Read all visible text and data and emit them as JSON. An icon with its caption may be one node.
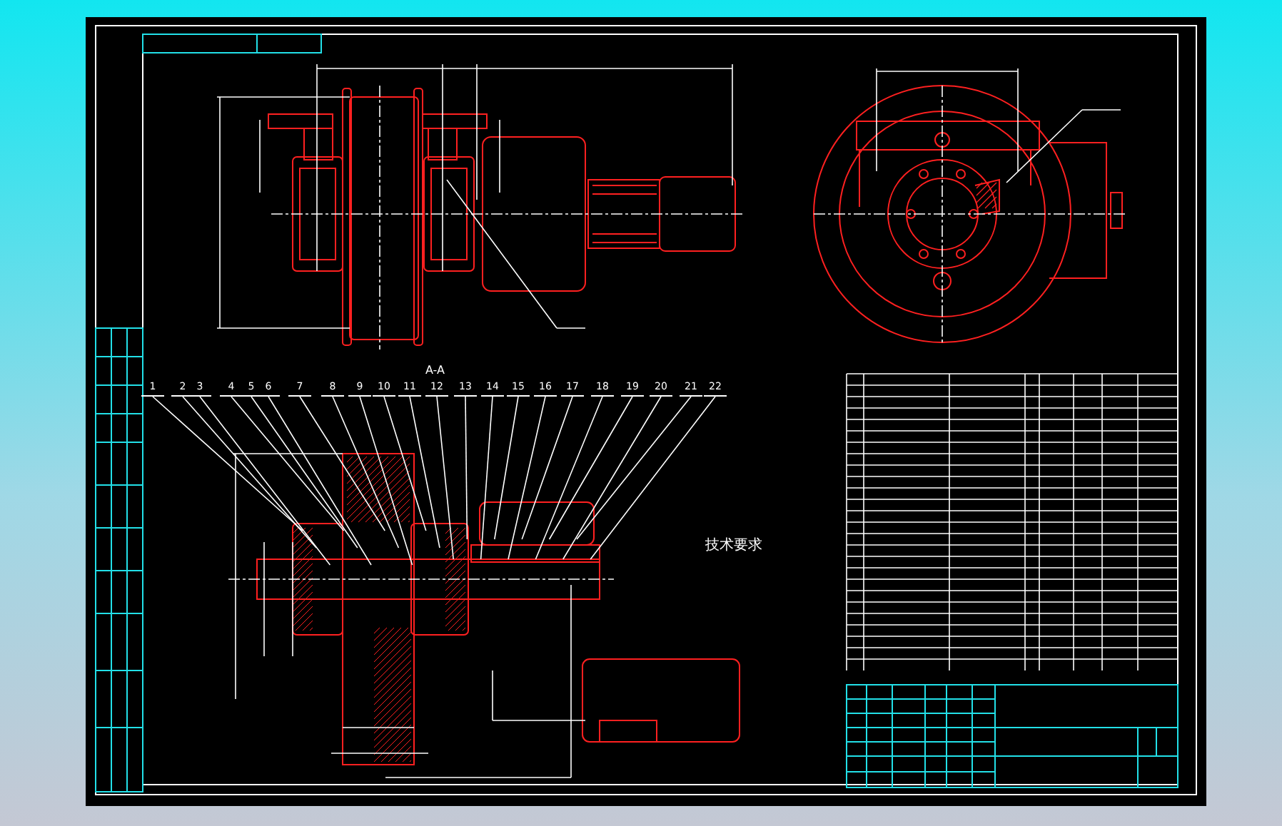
{
  "diagram": {
    "nodes": [
      {
        "text": [
          "1"
        ]
      },
      {
        "text": [
          "2"
        ]
      },
      {
        "text": [
          "3"
        ]
      },
      {
        "text": [
          "4"
        ]
      },
      {
        "text": [
          "5"
        ]
      },
      {
        "text": [
          "6"
        ]
      },
      {
        "text": [
          "7"
        ]
      },
      {
        "text": [
          "8"
        ]
      },
      {
        "text": [
          "9"
        ]
      },
      {
        "text": [
          "10"
        ]
      },
      {
        "text": [
          "11"
        ]
      },
      {
        "text": [
          "12"
        ]
      },
      {
        "text": [
          "13"
        ]
      },
      {
        "text": [
          "14"
        ]
      },
      {
        "text": [
          "15"
        ]
      },
      {
        "text": [
          "16"
        ]
      },
      {
        "text": [
          "17"
        ]
      },
      {
        "text": [
          "18"
        ]
      },
      {
        "text": [
          "19"
        ]
      },
      {
        "text": [
          "20"
        ]
      },
      {
        "text": [
          "21"
        ]
      },
      {
        "text": [
          "22"
        ]
      }
    ],
    "edges": [
      {
        "from": 0,
        "to": null,
        "arrow": "none"
      },
      {
        "from": 1,
        "to": null,
        "arrow": "none"
      },
      {
        "from": 2,
        "to": null,
        "arrow": "none"
      },
      {
        "from": 3,
        "to": null,
        "arrow": "none"
      },
      {
        "from": 4,
        "to": null,
        "arrow": "none"
      },
      {
        "from": 5,
        "to": null,
        "arrow": "none"
      },
      {
        "from": 6,
        "to": null,
        "arrow": "none"
      },
      {
        "from": 7,
        "to": null,
        "arrow": "none"
      },
      {
        "from": 8,
        "to": null,
        "arrow": "none"
      },
      {
        "from": 9,
        "to": null,
        "arrow": "none"
      },
      {
        "from": 10,
        "to": null,
        "arrow": "none"
      },
      {
        "from": 11,
        "to": null,
        "arrow": "none"
      },
      {
        "from": 12,
        "to": null,
        "arrow": "none"
      },
      {
        "from": 13,
        "to": null,
        "arrow": "none"
      },
      {
        "from": 14,
        "to": null,
        "arrow": "none"
      },
      {
        "from": 15,
        "to": null,
        "arrow": "none"
      },
      {
        "from": 16,
        "to": null,
        "arrow": "none"
      },
      {
        "from": 17,
        "to": null,
        "arrow": "none"
      },
      {
        "from": 18,
        "to": null,
        "arrow": "none"
      },
      {
        "from": 19,
        "to": null,
        "arrow": "none"
      },
      {
        "from": 20,
        "to": null,
        "arrow": "none"
      },
      {
        "from": 21,
        "to": null,
        "arrow": "none"
      }
    ],
    "labels": [
      "A-A",
      "技术要求"
    ]
  }
}
